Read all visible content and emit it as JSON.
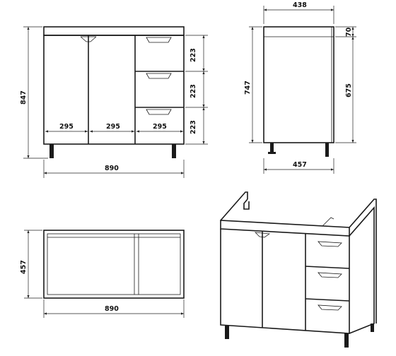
{
  "front_view": {
    "overall_width": "890",
    "overall_height": "847",
    "door_width": "295",
    "door2_width": "295",
    "drawer_width": "295",
    "drawer_heights": [
      "223",
      "223",
      "223"
    ]
  },
  "side_view": {
    "top_depth": "438",
    "body_depth": "457",
    "total_height": "747",
    "top_offset": "70",
    "body_height": "675"
  },
  "top_view": {
    "width": "890",
    "depth": "457"
  },
  "colors": {
    "line": "#1a1a1a",
    "background": "#ffffff"
  }
}
